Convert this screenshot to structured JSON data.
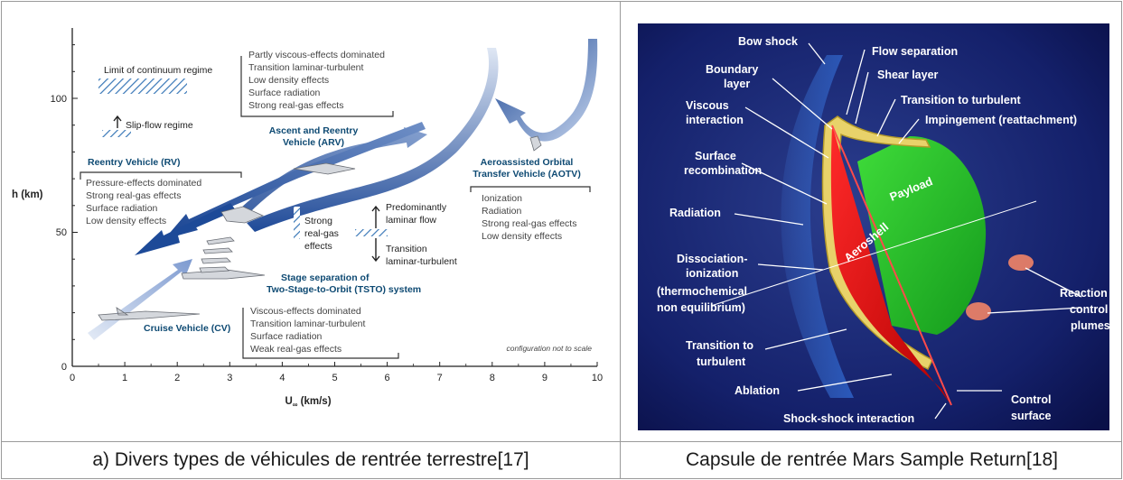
{
  "left_chart": {
    "ylabel": "h (km)",
    "xlabel": "U",
    "xlabel_sub": "∞",
    "xlabel_unit": " (km/s)",
    "x_ticks": [
      "0",
      "1",
      "2",
      "3",
      "4",
      "5",
      "6",
      "7",
      "8",
      "9",
      "10"
    ],
    "y_ticks": [
      "0",
      "50",
      "100"
    ],
    "note": "configuration not to scale",
    "continuum_label": "Limit of continuum regime",
    "slipflow_label": "Slip-flow regime",
    "top_box": [
      "Partly viscous-effects dominated",
      "Transition laminar-turbulent",
      "Low density effects",
      "Surface radiation",
      "Strong real-gas effects"
    ],
    "arv_title": [
      "Ascent and Reentry",
      "Vehicle (ARV)"
    ],
    "rv_title": "Reentry Vehicle (RV)",
    "rv_box": [
      "Pressure-effects dominated",
      "Strong real-gas effects",
      "Surface radiation",
      "Low density effects"
    ],
    "strong_label": [
      "Strong",
      "real-gas",
      "effects"
    ],
    "laminar_label": [
      "Predominantly",
      "laminar flow"
    ],
    "transition_label": [
      "Transition",
      "laminar-turbulent"
    ],
    "aotv_title": [
      "Aeroassisted Orbital",
      "Transfer Vehicle (AOTV)"
    ],
    "aotv_box": [
      "Ionization",
      "Radiation",
      "Strong real-gas effects",
      "Low density effects"
    ],
    "tsto_title": [
      "Stage separation of",
      "Two-Stage-to-Orbit (TSTO) system"
    ],
    "cv_title": "Cruise Vehicle (CV)",
    "cv_box": [
      "Viscous-effects dominated",
      "Transition laminar-turbulent",
      "Surface radiation",
      "Weak real-gas effects"
    ]
  },
  "right_figure": {
    "labels": {
      "bow_shock": "Bow shock",
      "flow_separation": "Flow separation",
      "boundary_layer": [
        "Boundary",
        "layer"
      ],
      "shear_layer": "Shear layer",
      "transition_top": "Transition to turbulent",
      "viscous": [
        "Viscous",
        "interaction"
      ],
      "impingement": "Impingement (reattachment)",
      "surface_recomb": [
        "Surface",
        "recombination"
      ],
      "payload": "Payload",
      "radiation": "Radiation",
      "aeroshell": "Aeroshell",
      "dissociation": [
        "Dissociation-",
        "ionization",
        "(thermochemical",
        "non equilibrium)"
      ],
      "reaction": [
        "Reaction",
        "control",
        "plumes"
      ],
      "transition_bottom": [
        "Transition to",
        "turbulent"
      ],
      "ablation": "Ablation",
      "control_surface": [
        "Control",
        "surface"
      ],
      "shock_shock": "Shock-shock interaction"
    }
  },
  "captions": {
    "left": "a) Divers types de véhicules de rentrée terrestre[17]",
    "right": "Capsule de rentrée Mars Sample Return[18]"
  }
}
